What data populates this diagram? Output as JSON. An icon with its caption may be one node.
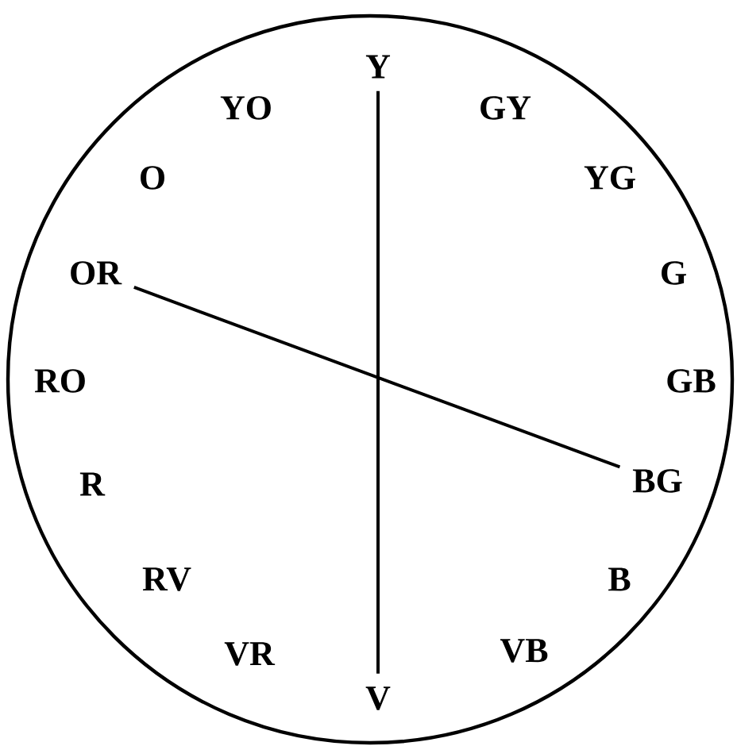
{
  "diagram": {
    "nodes": [
      {
        "text": [
          "Y"
        ]
      },
      {
        "text": [
          "OR"
        ]
      },
      {
        "text": [
          "BG"
        ]
      },
      {
        "text": [
          "V"
        ]
      }
    ],
    "edges": [
      {
        "from": 0,
        "to": 3,
        "arrow": "none"
      },
      {
        "from": 1,
        "to": 2,
        "arrow": "none"
      }
    ],
    "labels": [
      "YO",
      "GY",
      "O",
      "YG",
      "G",
      "RO",
      "GB",
      "R",
      "RV",
      "B",
      "VR",
      "VB"
    ]
  }
}
